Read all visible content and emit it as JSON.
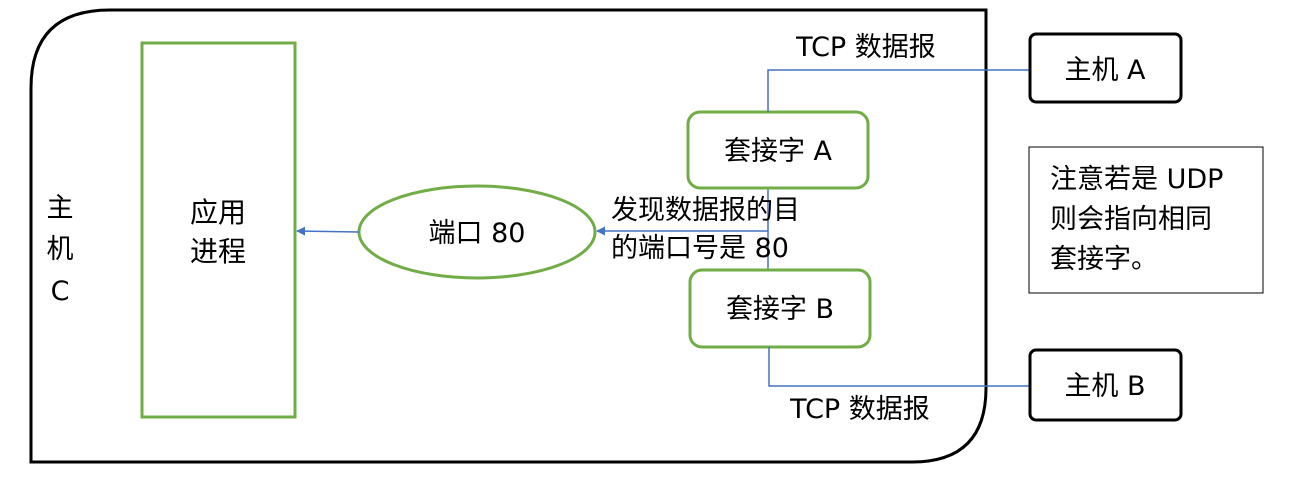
{
  "host_c": {
    "label_lines": [
      "主",
      "机",
      "C"
    ]
  },
  "app_process": {
    "label_lines": [
      "应用",
      "进程"
    ]
  },
  "port": {
    "label": "端口 80"
  },
  "socket_a": {
    "label": "套接字 A"
  },
  "socket_b": {
    "label": "套接字 B"
  },
  "host_a": {
    "label": "主机 A"
  },
  "host_b": {
    "label": "主机 B"
  },
  "tcp_top": {
    "label": "TCP 数据报"
  },
  "tcp_bottom": {
    "label": "TCP 数据报"
  },
  "found": {
    "label_lines": [
      "发现数据报的目",
      "的端口号是 80"
    ]
  },
  "note": {
    "label_lines": [
      "注意若是 UDP",
      "则会指向相同",
      "套接字。"
    ]
  },
  "colors": {
    "green": "#70AD47",
    "blue": "#4472C4",
    "black": "#000000"
  }
}
